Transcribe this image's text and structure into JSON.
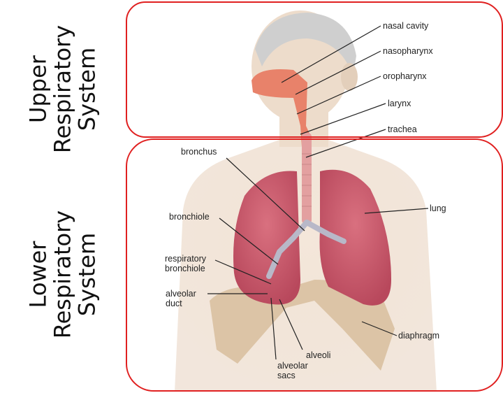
{
  "sections": {
    "upper": {
      "line1": "Upper",
      "line2": "Respiratory",
      "line3": "System"
    },
    "lower": {
      "line1": "Lower",
      "line2": "Respiratory",
      "line3": "System"
    }
  },
  "labels": {
    "nasal_cavity": "nasal cavity",
    "nasopharynx": "nasopharynx",
    "oropharynx": "oropharynx",
    "larynx": "larynx",
    "trachea": "trachea",
    "bronchus": "bronchus",
    "bronchiole": "bronchiole",
    "respiratory_bronchiole_1": "respiratory",
    "respiratory_bronchiole_2": "bronchiole",
    "alveolar_duct_1": "alveolar",
    "alveolar_duct_2": "duct",
    "lung": "lung",
    "diaphragm": "diaphragm",
    "alveoli": "alveoli",
    "alveolar_sacs_1": "alveolar",
    "alveolar_sacs_2": "sacs"
  },
  "colors": {
    "box_border": "#e02020",
    "lung": "#c9566a",
    "airway": "#e8826a",
    "skin": "#f1e4d6",
    "diaphragm": "#d8c0a4"
  }
}
